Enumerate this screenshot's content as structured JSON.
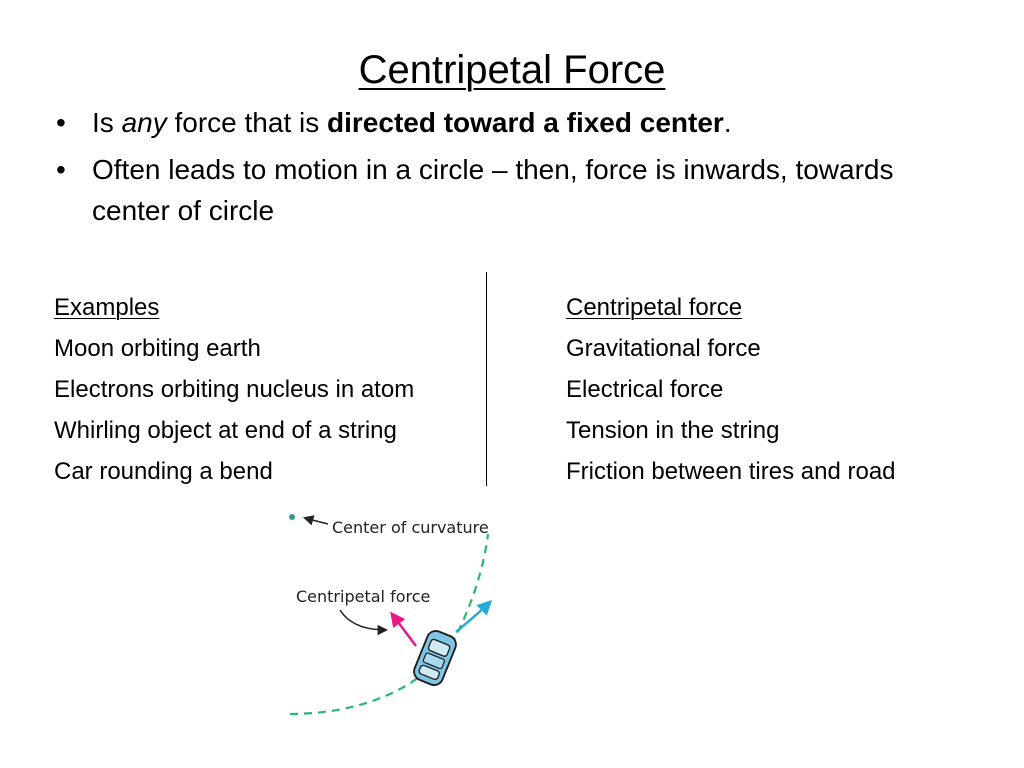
{
  "slide": {
    "title": "Centripetal Force",
    "bullets": [
      {
        "parts": [
          "Is ",
          "any",
          " force that is ",
          "directed toward a fixed center",
          "."
        ]
      },
      {
        "text": "Often leads to motion in a circle – then, force is inwards, towards center of circle"
      }
    ],
    "bullet_symbol": "•"
  },
  "table": {
    "left_header": "Examples",
    "right_header": "Centripetal force",
    "rows": [
      {
        "example": "Moon orbiting earth",
        "force": "Gravitational force"
      },
      {
        "example": "Electrons orbiting nucleus in atom",
        "force": "Electrical force"
      },
      {
        "example": "Whirling object at end of a string",
        "force": "Tension in the string"
      },
      {
        "example": "Car rounding a bend",
        "force": "Friction between tires and road"
      }
    ]
  },
  "diagram": {
    "center_label": "Center of curvature",
    "force_label": "Centripetal force",
    "colors": {
      "path": "#2bb673",
      "centripetal_arrow": "#e6198a",
      "velocity_arrow": "#29a9d6",
      "car_fill": "#7fc6e4",
      "car_stroke": "#1a1a1a"
    }
  }
}
